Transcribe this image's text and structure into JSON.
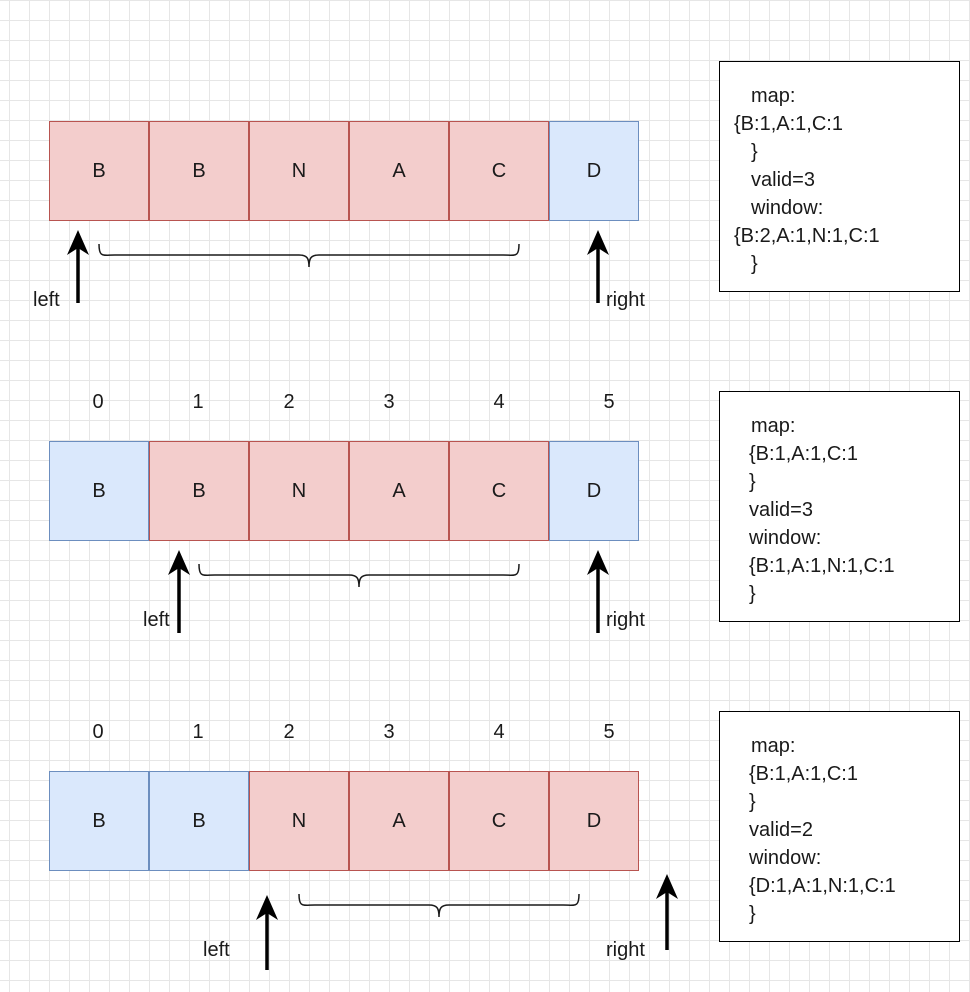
{
  "panels": [
    {
      "cells": [
        {
          "label": "B",
          "state": "in-window"
        },
        {
          "label": "B",
          "state": "in-window"
        },
        {
          "label": "N",
          "state": "in-window"
        },
        {
          "label": "A",
          "state": "in-window"
        },
        {
          "label": "C",
          "state": "in-window"
        },
        {
          "label": "D",
          "state": "outside"
        }
      ],
      "indices": [],
      "pointers": {
        "left": "left",
        "right": "right"
      },
      "info": {
        "map_label": "map:",
        "map_value": "{B:1,A:1,C:1",
        "map_close": "}",
        "valid": "valid=3",
        "window_label": "window:",
        "window_value": "{B:2,A:1,N:1,C:1",
        "window_close": "}"
      }
    },
    {
      "cells": [
        {
          "label": "B",
          "state": "outside"
        },
        {
          "label": "B",
          "state": "in-window"
        },
        {
          "label": "N",
          "state": "in-window"
        },
        {
          "label": "A",
          "state": "in-window"
        },
        {
          "label": "C",
          "state": "in-window"
        },
        {
          "label": "D",
          "state": "outside"
        }
      ],
      "indices": [
        "0",
        "1",
        "2",
        "3",
        "4",
        "5"
      ],
      "pointers": {
        "left": "left",
        "right": "right"
      },
      "info": {
        "map_label": "map:",
        "map_value": "{B:1,A:1,C:1",
        "map_close": "}",
        "valid": "valid=3",
        "window_label": "window:",
        "window_value": "{B:1,A:1,N:1,C:1",
        "window_close": "}"
      }
    },
    {
      "cells": [
        {
          "label": "B",
          "state": "outside"
        },
        {
          "label": "B",
          "state": "outside"
        },
        {
          "label": "N",
          "state": "in-window"
        },
        {
          "label": "A",
          "state": "in-window"
        },
        {
          "label": "C",
          "state": "in-window"
        },
        {
          "label": "D",
          "state": "in-window"
        }
      ],
      "indices": [
        "0",
        "1",
        "2",
        "3",
        "4",
        "5"
      ],
      "pointers": {
        "left": "left",
        "right": "right"
      },
      "info": {
        "map_label": "map:",
        "map_value": "{B:1,A:1,C:1",
        "map_close": "}",
        "valid": "valid=2",
        "window_label": "window:",
        "window_value": "{D:1,A:1,N:1,C:1",
        "window_close": "}"
      }
    }
  ],
  "colors": {
    "in_window_fill": "#f3cdcc",
    "in_window_stroke": "#b85450",
    "outside_fill": "#dae8fc",
    "outside_stroke": "#6c8ebf"
  }
}
